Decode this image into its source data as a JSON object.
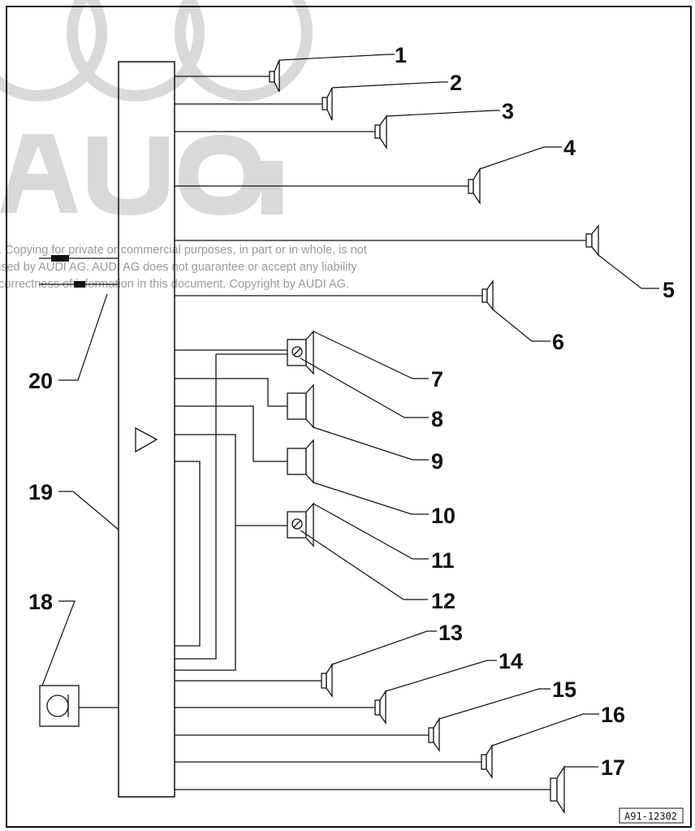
{
  "watermark": {
    "brand": "Audi",
    "notice_lines": [
      ". Copying for private or commercial purposes, in part or in whole, is not",
      "ised by AUDI AG. AUDI AG does not guarantee or accept any liability",
      "correctness of information in this document. Copyright by AUDI AG."
    ]
  },
  "callouts": {
    "c1": "1",
    "c2": "2",
    "c3": "3",
    "c4": "4",
    "c5": "5",
    "c6": "6",
    "c7": "7",
    "c8": "8",
    "c9": "9",
    "c10": "10",
    "c11": "11",
    "c12": "12",
    "c13": "13",
    "c14": "14",
    "c15": "15",
    "c16": "16",
    "c17": "17",
    "c18": "18",
    "c19": "19",
    "c20": "20"
  },
  "reference": "A91-12302",
  "colors": {
    "line": "#111111",
    "watermark": "#d9d9d9",
    "notice": "#9a9a9a"
  }
}
